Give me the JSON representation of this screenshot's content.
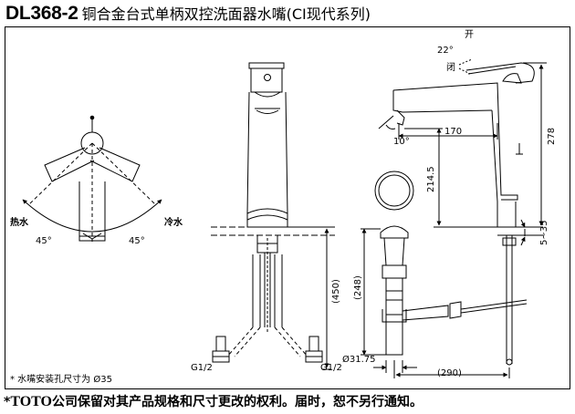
{
  "header": {
    "model": "DL368-2",
    "product_name": "铜合金台式单柄双控洗面器水嘴(CI现代系列)"
  },
  "labels": {
    "hot": "热水",
    "cold": "冷水",
    "angle_left": "45°",
    "angle_right": "45°",
    "open": "开",
    "close": "闭",
    "angle_22": "22°",
    "angle_10": "10°",
    "dim_170": "170",
    "dim_214": "214.5",
    "dim_278": "278",
    "dim_5_35": "5~35",
    "dim_248": "(248)",
    "dim_450": "(450)",
    "dim_290": "(290)",
    "dim_31": "Ø31.75",
    "thread_left": "G1/2",
    "thread_right": "G1/2",
    "hole_note": "* 水嘴安装孔尺寸为 Ø35"
  },
  "footer": {
    "asterisk": "*",
    "brand": "TOTO",
    "text": "公司保留对其产品规格和尺寸更改的权利。届时，恕不另行通知。"
  }
}
